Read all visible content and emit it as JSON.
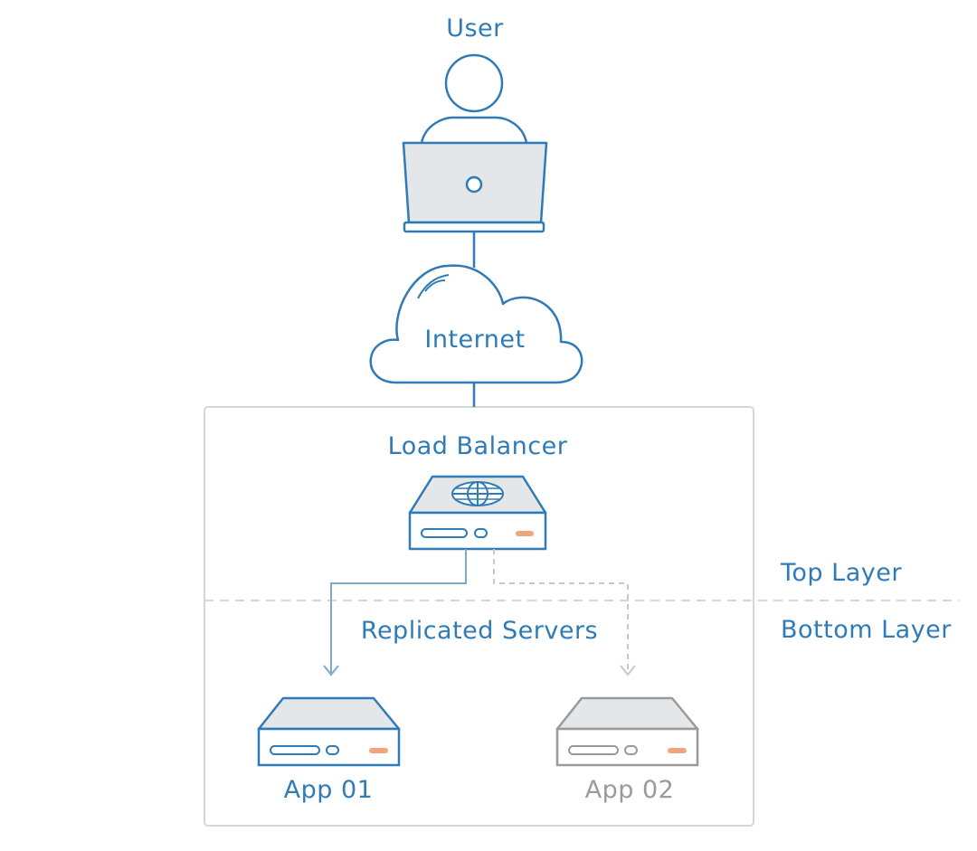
{
  "colors": {
    "primary": "#2f7bb8",
    "muted": "#9a9a9a",
    "fill": "#e4e7ea",
    "frame": "#d6d6d6",
    "accent": "#f2a47c",
    "arrow_solid": "#7fa9c7",
    "arrow_dashed": "#c8c8c8"
  },
  "nodes": {
    "user": {
      "label": "User",
      "icon": "user-with-laptop-icon"
    },
    "internet": {
      "label": "Internet",
      "icon": "cloud-icon"
    },
    "load_balancer": {
      "label": "Load Balancer",
      "icon": "server-globe-icon"
    },
    "app01": {
      "label": "App 01",
      "icon": "server-icon"
    },
    "app02": {
      "label": "App 02",
      "icon": "server-icon"
    }
  },
  "group_label": "Replicated Servers",
  "layers": {
    "top": "Top Layer",
    "bottom": "Bottom Layer"
  },
  "edges": [
    {
      "from": "user",
      "to": "internet",
      "style": "solid"
    },
    {
      "from": "internet",
      "to": "load_balancer",
      "style": "solid"
    },
    {
      "from": "load_balancer",
      "to": "app01",
      "style": "solid"
    },
    {
      "from": "load_balancer",
      "to": "app02",
      "style": "dashed"
    }
  ]
}
